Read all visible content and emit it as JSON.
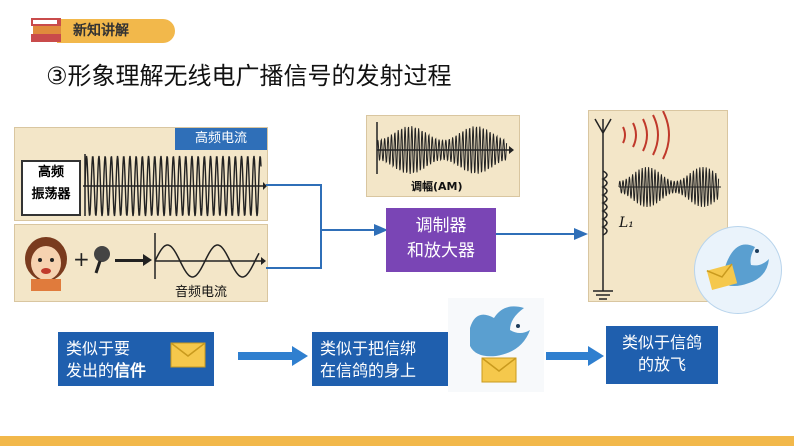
{
  "header": {
    "section_label": "新知讲解",
    "title": "③形象理解无线电广播信号的发射过程"
  },
  "left_panel": {
    "high_freq_label": "高频电流",
    "oscillator_label": "高频\n振荡器",
    "audio_label": "音频电流"
  },
  "am_panel": {
    "caption": "调幅(AM)"
  },
  "antenna_panel": {
    "coil_label": "L₁"
  },
  "center_box": {
    "label": "调制器\n和放大器"
  },
  "analogies": [
    {
      "text_plain": "类似于要\n发出的",
      "text_bold": "信件"
    },
    {
      "text": "类似于把信绑\n在信鸽的身上"
    },
    {
      "text": "类似于信鸽\n的放飞"
    }
  ],
  "colors": {
    "accent_blue": "#1f5fae",
    "panel_tan": "#f3e6c8",
    "purple": "#7a45b5",
    "header_yellow": "#f2b84b",
    "bird_blue": "#5a9fd0"
  }
}
